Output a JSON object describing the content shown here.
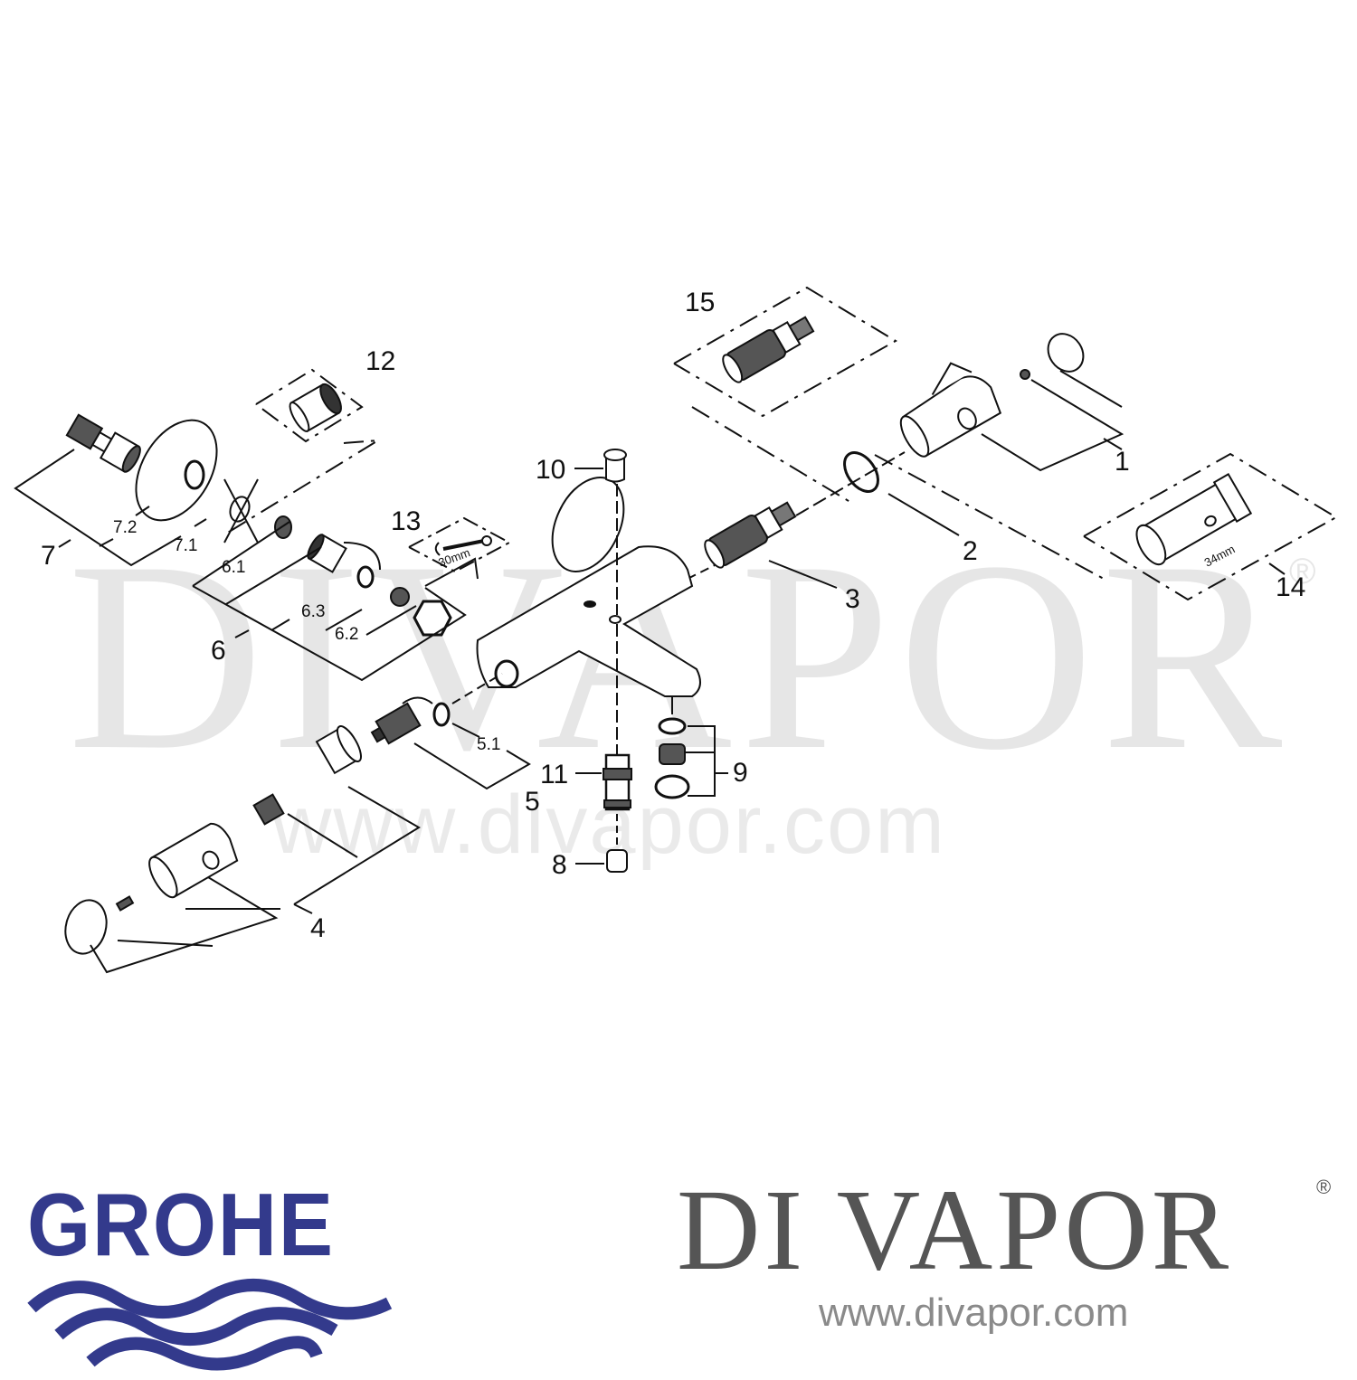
{
  "watermark": {
    "brand": "DIVAPOR",
    "registered": "®",
    "url": "www.divapor.com"
  },
  "diagram": {
    "type": "exploded-parts-diagram",
    "parts": [
      {
        "id": "1",
        "label": "1"
      },
      {
        "id": "2",
        "label": "2"
      },
      {
        "id": "3",
        "label": "3"
      },
      {
        "id": "4",
        "label": "4"
      },
      {
        "id": "5",
        "label": "5"
      },
      {
        "id": "5.1",
        "label": "5.1"
      },
      {
        "id": "6",
        "label": "6"
      },
      {
        "id": "6.1",
        "label": "6.1"
      },
      {
        "id": "6.2",
        "label": "6.2"
      },
      {
        "id": "6.3",
        "label": "6.3"
      },
      {
        "id": "7",
        "label": "7"
      },
      {
        "id": "7.1",
        "label": "7.1"
      },
      {
        "id": "7.2",
        "label": "7.2"
      },
      {
        "id": "8",
        "label": "8"
      },
      {
        "id": "9",
        "label": "9"
      },
      {
        "id": "10",
        "label": "10"
      },
      {
        "id": "11",
        "label": "11"
      },
      {
        "id": "12",
        "label": "12"
      },
      {
        "id": "13",
        "label": "13"
      },
      {
        "id": "14",
        "label": "14"
      },
      {
        "id": "15",
        "label": "15"
      }
    ],
    "tool_labels": {
      "wrench_size": "30mm",
      "key_size": "34mm"
    }
  },
  "footer": {
    "left_logo": "GROHE",
    "right_logo": "DI VAPOR",
    "right_registered": "®",
    "right_url": "www.divapor.com",
    "colors": {
      "grohe_blue": "#333a8c",
      "divapor_gray": "#555555",
      "url_gray": "#8a8a8a"
    }
  }
}
